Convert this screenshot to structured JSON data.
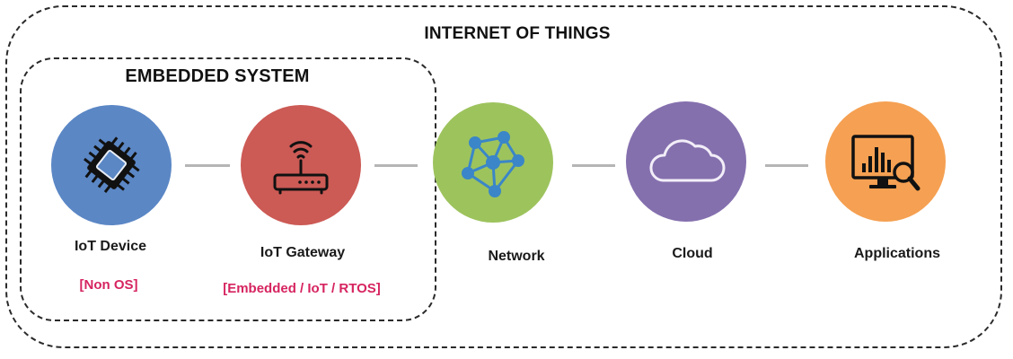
{
  "titles": {
    "outer": "INTERNET OF THINGS",
    "inner": "EMBEDDED SYSTEM"
  },
  "nodes": [
    {
      "id": "iot-device",
      "label": "IoT Device",
      "sublabel": "[Non OS]",
      "color": "#5b87c5",
      "icon": "chip-icon"
    },
    {
      "id": "iot-gateway",
      "label": "IoT Gateway",
      "sublabel": "[Embedded / IoT / RTOS]",
      "color": "#cc5a55",
      "icon": "router-icon"
    },
    {
      "id": "network",
      "label": "Network",
      "sublabel": "",
      "color": "#9dc35d",
      "icon": "network-icon"
    },
    {
      "id": "cloud",
      "label": "Cloud",
      "sublabel": "",
      "color": "#8570ae",
      "icon": "cloud-icon"
    },
    {
      "id": "applications",
      "label": "Applications",
      "sublabel": "",
      "color": "#f5a052",
      "icon": "analytics-monitor-icon"
    }
  ],
  "colors": {
    "sublabel": "#d6245f",
    "connector": "#b5b5b5",
    "border": "#2a2a2a"
  }
}
